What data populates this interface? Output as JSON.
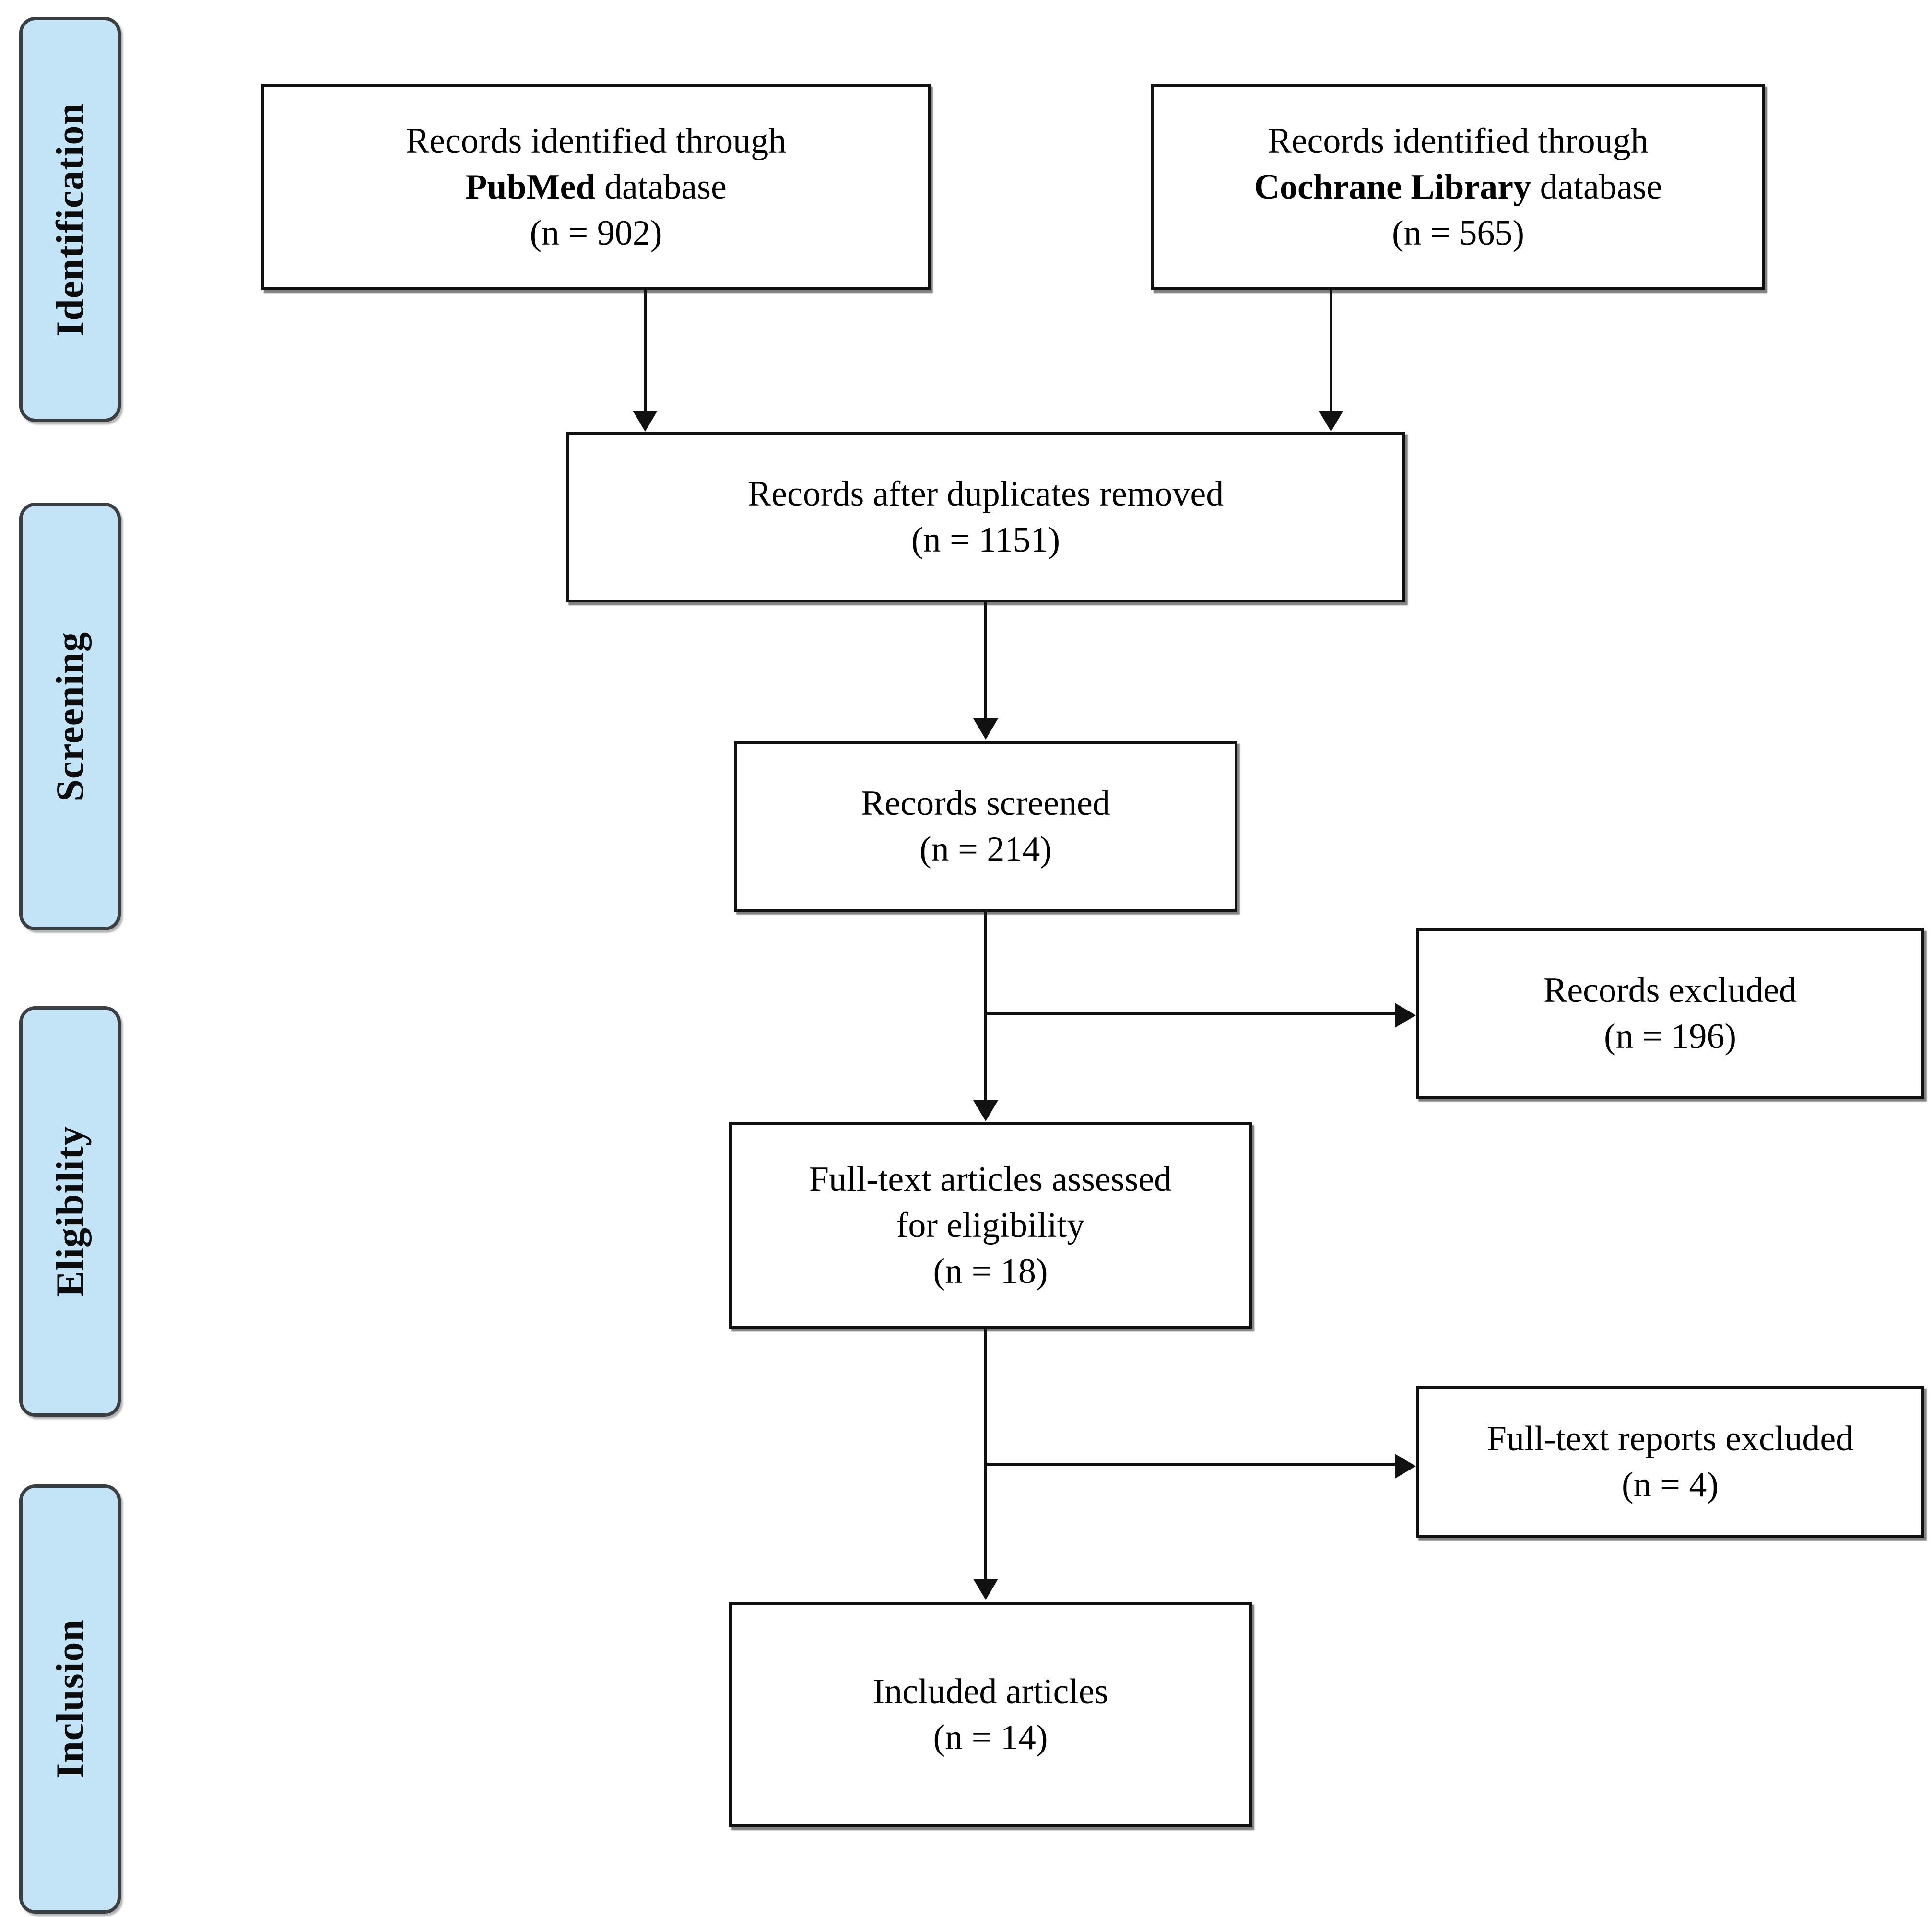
{
  "diagram": {
    "type": "prisma-flow-diagram",
    "stages": [
      {
        "id": "identification",
        "label": "Identification"
      },
      {
        "id": "screening",
        "label": "Screening"
      },
      {
        "id": "eligibility",
        "label": "Eligibility"
      },
      {
        "id": "inclusion",
        "label": "Inclusion"
      }
    ],
    "boxes": {
      "pubmed": {
        "line1": "Records identified through",
        "line2_bold": "PubMed",
        "line2_rest": " database",
        "count": "(n = 902)"
      },
      "cochrane": {
        "line1": "Records identified through",
        "line2_bold": "Cochrane Library",
        "line2_rest": " database",
        "count": "(n = 565)"
      },
      "duplicates_removed": {
        "line1": "Records after duplicates removed",
        "count": "(n = 1151)"
      },
      "records_screened": {
        "line1": "Records screened",
        "count": "(n = 214)"
      },
      "records_excluded": {
        "line1": "Records excluded",
        "count": "(n = 196)"
      },
      "fulltext_assessed": {
        "line1": "Full-text articles assessed",
        "line2": "for eligibility",
        "count": "(n = 18)"
      },
      "fulltext_excluded": {
        "line1": "Full-text reports excluded",
        "count": "(n = 4)"
      },
      "included_articles": {
        "line1": "Included articles",
        "count": "(n = 14)"
      }
    },
    "colors": {
      "band_fill": "#c3e4f7",
      "band_border": "#3b3f42",
      "box_border": "#111111",
      "connector": "#111111",
      "background": "#ffffff"
    }
  }
}
